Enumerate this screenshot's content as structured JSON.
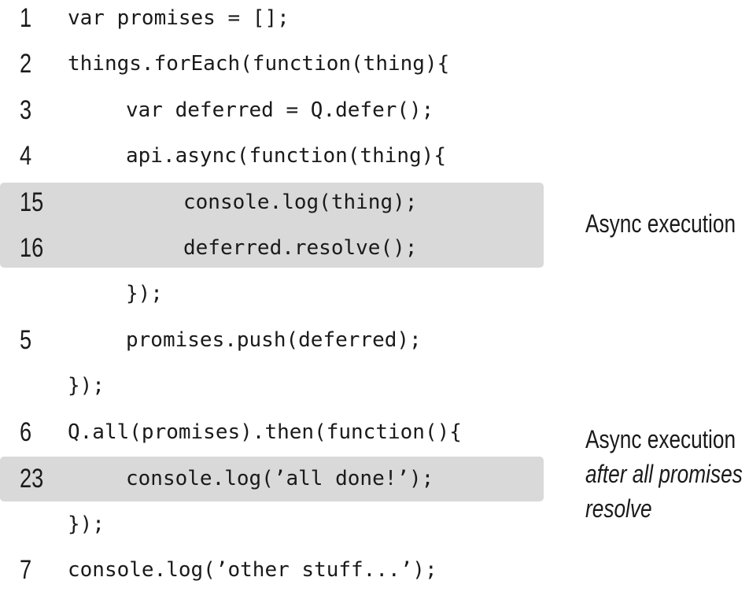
{
  "lines": [
    {
      "num": "1",
      "indent": 0,
      "code": "var promises = [];"
    },
    {
      "num": "2",
      "indent": 0,
      "code": "things.forEach(function(thing){"
    },
    {
      "num": "3",
      "indent": 1,
      "code": "var deferred = Q.defer();"
    },
    {
      "num": "4",
      "indent": 1,
      "code": "api.async(function(thing){"
    },
    {
      "num": "15",
      "indent": 2,
      "code": "console.log(thing);"
    },
    {
      "num": "16",
      "indent": 2,
      "code": "deferred.resolve();"
    },
    {
      "num": "",
      "indent": 1,
      "code": "});"
    },
    {
      "num": "5",
      "indent": 1,
      "code": "promises.push(deferred);"
    },
    {
      "num": "",
      "indent": 0,
      "code": "});"
    },
    {
      "num": "6",
      "indent": 0,
      "code": "Q.all(promises).then(function(){"
    },
    {
      "num": "23",
      "indent": 1,
      "code": "console.log(’all done!’);"
    },
    {
      "num": "",
      "indent": 0,
      "code": "});"
    },
    {
      "num": "7",
      "indent": 0,
      "code": "console.log(’other stuff...’);"
    }
  ],
  "annotations": {
    "first": "Async execution",
    "second_line1": "Async execution",
    "second_line2": "after all promises",
    "second_line3": "resolve"
  }
}
